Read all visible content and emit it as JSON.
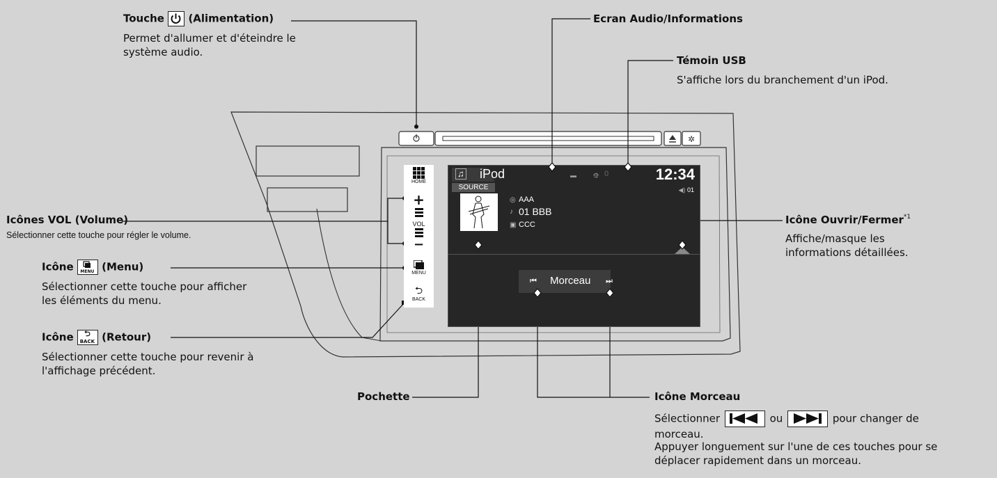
{
  "power": {
    "title_prefix": "Touche",
    "title_suffix": "(Alimentation)",
    "desc_line1": "Permet d'allumer et d'éteindre le",
    "desc_line2": "système audio."
  },
  "audio_screen": {
    "title": "Ecran Audio/Informations"
  },
  "usb": {
    "title": "Témoin USB",
    "desc": "S'affiche lors du branchement d'un iPod."
  },
  "vol": {
    "title": "Icônes VOL (Volume)",
    "desc": "Sélectionner cette touche pour régler le volume."
  },
  "menu": {
    "title_prefix": "Icône",
    "title_suffix": "(Menu)",
    "desc_line1": "Sélectionner cette touche pour afficher",
    "desc_line2": "les éléments du menu."
  },
  "back": {
    "title_prefix": "Icône",
    "title_suffix": "(Retour)",
    "desc_line1": "Sélectionner cette touche pour revenir à",
    "desc_line2": "l'affichage précédent."
  },
  "open_close": {
    "title": "Icône Ouvrir/Fermer",
    "superscript": "*1",
    "desc_line1": "Affiche/masque les",
    "desc_line2": "informations détaillées."
  },
  "cover": {
    "title": "Pochette"
  },
  "track": {
    "title": "Icône Morceau",
    "desc1_prefix": "Sélectionner",
    "desc1_or": "ou",
    "desc1_suffix": "pour changer de",
    "desc1_line2": "morceau.",
    "desc2_line1": "Appuyer longuement sur l'une de ces touches pour se",
    "desc2_line2": "déplacer rapidement dans un morceau."
  },
  "device": {
    "home_label": "HOME",
    "vol_label": "VOL",
    "plus": "+",
    "minus": "−",
    "menu_label": "MENU",
    "back_label": "BACK",
    "menu_key_label": "MENU",
    "back_key_label": "BACK"
  },
  "screen": {
    "source_title": "iPod",
    "clock": "12:34",
    "source_button": "SOURCE",
    "track_number": "01",
    "artist": "AAA",
    "song": "01 BBB",
    "album": "CCC",
    "track_bar_label": "Morceau"
  }
}
